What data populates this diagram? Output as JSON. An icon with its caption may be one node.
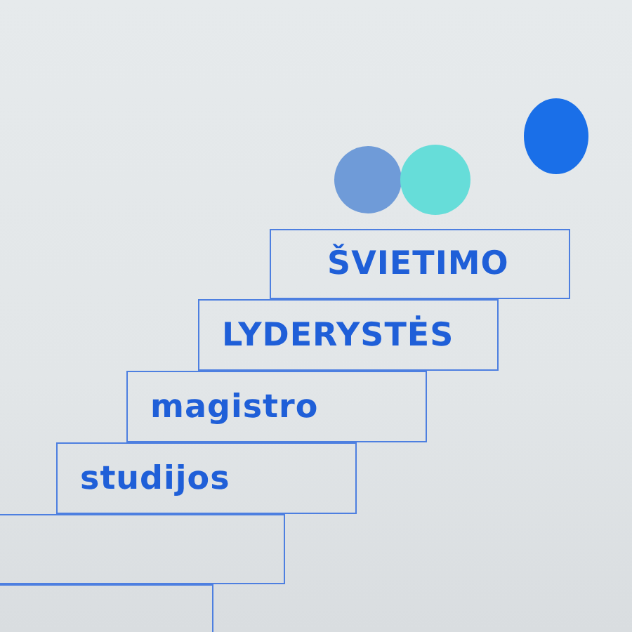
{
  "diagram": {
    "nodes": [
      {
        "text": [
          "ŠVIETIMO"
        ]
      },
      {
        "text": [
          "LYDERYSTĖS"
        ]
      },
      {
        "text": [
          "magistro"
        ]
      },
      {
        "text": [
          "studijos"
        ]
      },
      {
        "text": [],
        "shape": "box"
      },
      {
        "text": [],
        "shape": "box"
      }
    ]
  }
}
